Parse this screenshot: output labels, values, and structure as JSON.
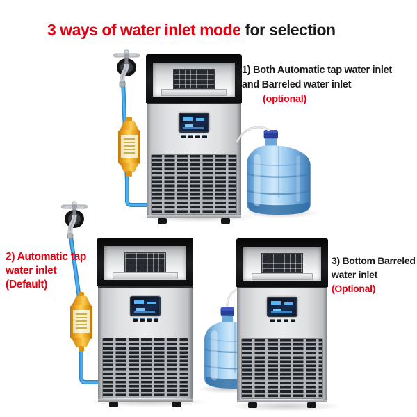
{
  "title": {
    "red_part": "3 ways of water inlet mode ",
    "black_part": "for selection"
  },
  "annotations": {
    "option1": {
      "line1": "1) Both Automatic tap water inlet",
      "line2": "and Barreled water inlet",
      "line3": "(optional)"
    },
    "option2": {
      "line1": "2) Automatic tap",
      "line2": "water inlet",
      "line3": "(Default)"
    },
    "option3": {
      "line1": "3) Bottom Barreled",
      "line2": "water inlet",
      "line3": "(Optional)"
    }
  },
  "colors": {
    "accent_red": "#e60012",
    "text_black": "#1a1a1a",
    "tube_blue": "#3fa3e8",
    "filter_yellow": "#f3ae24",
    "bottle_blue": "#7ab4e0",
    "bottle_cap_blue": "#273d96",
    "machine_steel": "#d6d8da",
    "machine_top_black": "#141414",
    "display_glow_blue": "#5bb2f2",
    "background": "#ffffff"
  },
  "graphics": {
    "machine": "commercial-ice-maker",
    "faucet": "water-tap-faucet",
    "filter": "inline-water-filter",
    "bottle": "barreled-water-bottle",
    "tube": "water-inlet-tube"
  }
}
